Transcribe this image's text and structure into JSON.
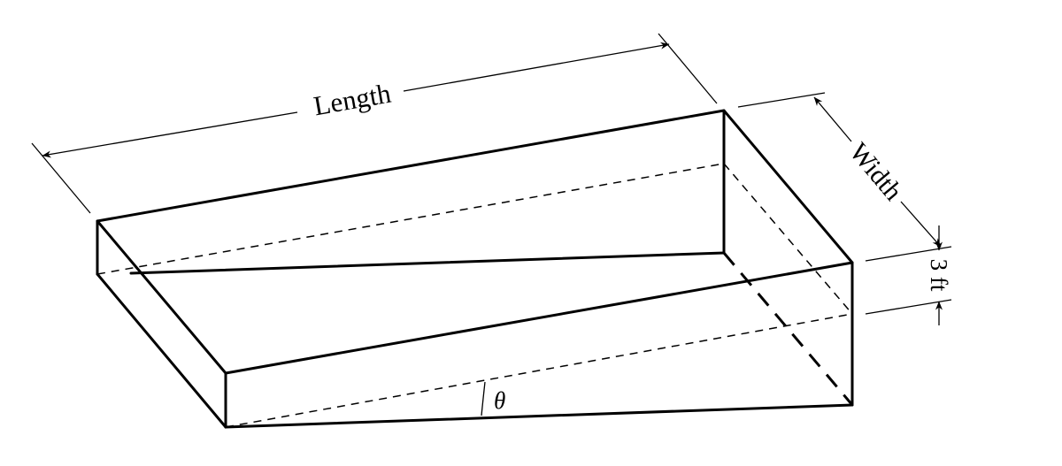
{
  "labels": {
    "length": "Length",
    "width": "Width",
    "depth": "3 ft",
    "angle": "θ"
  }
}
